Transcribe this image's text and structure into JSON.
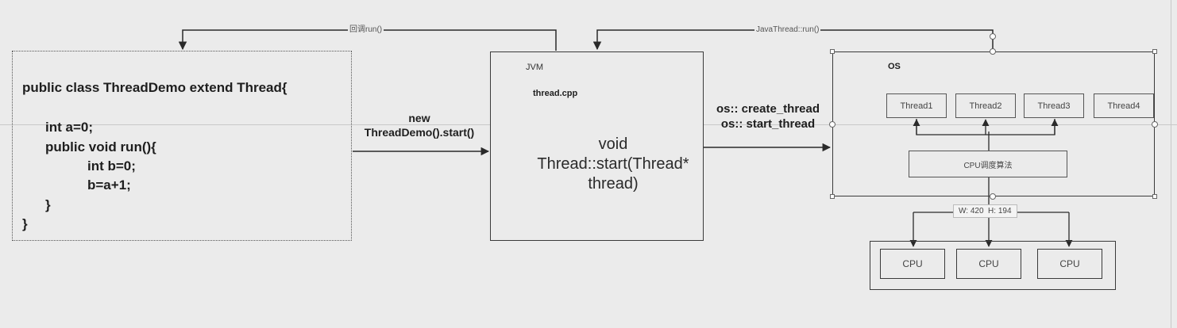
{
  "connectors": {
    "callback_run": "回调run()",
    "javathread_run": "JavaThread::run()"
  },
  "code_box": {
    "lines": [
      "public class ThreadDemo extend Thread{",
      "int a=0;",
      "public void run(){",
      "int b=0;",
      "b=a+1;",
      "}",
      "}"
    ]
  },
  "arrow_new": {
    "line1": "new",
    "line2": "ThreadDemo().start()"
  },
  "jvm_box": {
    "title": "JVM",
    "file": "thread.cpp",
    "method_line1": "void",
    "method_line2": "Thread::start(Thread*",
    "method_line3": "thread)"
  },
  "arrow_os": {
    "line1": "os:: create_thread",
    "line2": "os:: start_thread"
  },
  "os_box": {
    "title": "OS",
    "threads": [
      "Thread1",
      "Thread2",
      "Thread3",
      "Thread4"
    ],
    "scheduler": "CPU调度算法"
  },
  "size_tooltip": "W: 420  H: 194",
  "cpus": [
    "CPU",
    "CPU",
    "CPU"
  ]
}
